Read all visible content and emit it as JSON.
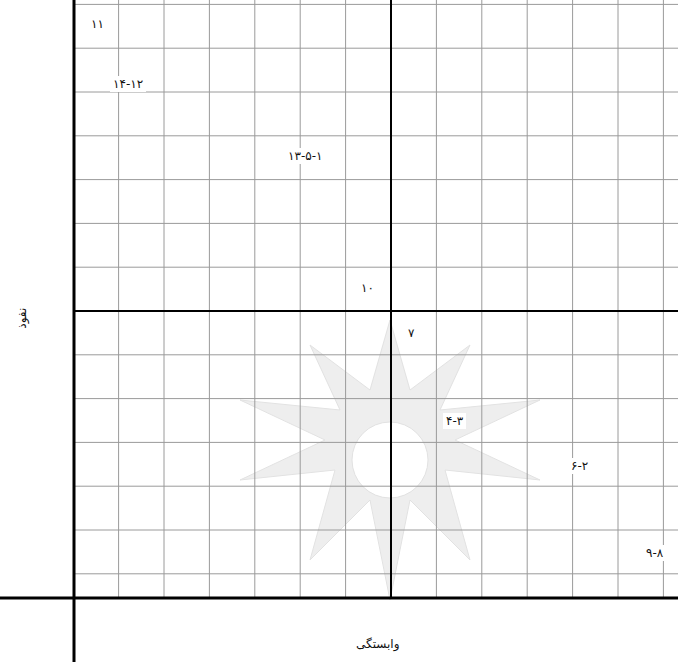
{
  "diagram": {
    "labels": [
      "۱۱",
      "۱۴-۱۲",
      "۱۳-۵-۱",
      "۱۰",
      "۷",
      "۴-۳",
      "۶-۲",
      "۹-۸",
      "نفوذ",
      "وابستگی"
    ]
  }
}
